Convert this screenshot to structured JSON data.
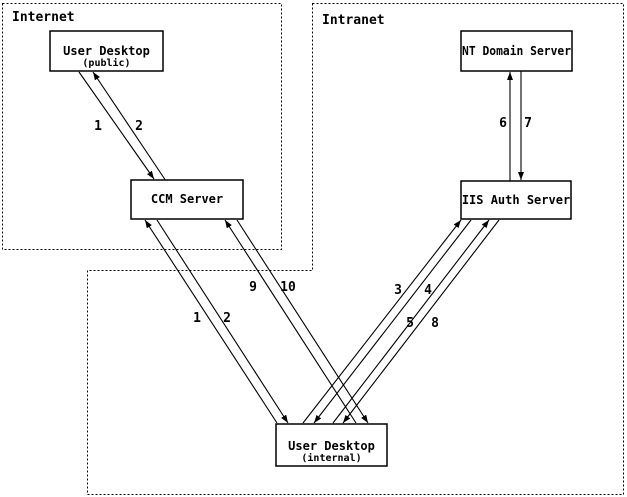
{
  "diagram": {
    "background_color": "#ffffff",
    "line_color": "#000000",
    "regions": [
      {
        "label": "Internet"
      },
      {
        "label": "Intranet"
      }
    ],
    "nodes": [
      {
        "title": "User Desktop",
        "subtitle": "(public)",
        "region": "Internet"
      },
      {
        "title": "CCM Server",
        "region": "Internet"
      },
      {
        "title": "NT Domain Server",
        "region": "Intranet"
      },
      {
        "title": "IIS Auth Server",
        "region": "Intranet"
      },
      {
        "title": "User Desktop",
        "subtitle": "(internal)",
        "region": "Intranet"
      }
    ],
    "arrows": [
      {
        "label": "1",
        "from": "User Desktop (public)",
        "to": "CCM Server"
      },
      {
        "label": "2",
        "from": "CCM Server",
        "to": "User Desktop (public)"
      },
      {
        "label": "1",
        "from": "User Desktop (internal)",
        "to": "CCM Server"
      },
      {
        "label": "2",
        "from": "CCM Server",
        "to": "User Desktop (internal)"
      },
      {
        "label": "9",
        "from": "User Desktop (internal)",
        "to": "CCM Server"
      },
      {
        "label": "10",
        "from": "CCM Server",
        "to": "User Desktop (internal)"
      },
      {
        "label": "3",
        "from": "User Desktop (internal)",
        "to": "IIS Auth Server"
      },
      {
        "label": "4",
        "from": "IIS Auth Server",
        "to": "User Desktop (internal)"
      },
      {
        "label": "5",
        "from": "User Desktop (internal)",
        "to": "IIS Auth Server"
      },
      {
        "label": "8",
        "from": "IIS Auth Server",
        "to": "User Desktop (internal)"
      },
      {
        "label": "6",
        "from": "IIS Auth Server",
        "to": "NT Domain Server"
      },
      {
        "label": "7",
        "from": "NT Domain Server",
        "to": "IIS Auth Server"
      }
    ]
  }
}
